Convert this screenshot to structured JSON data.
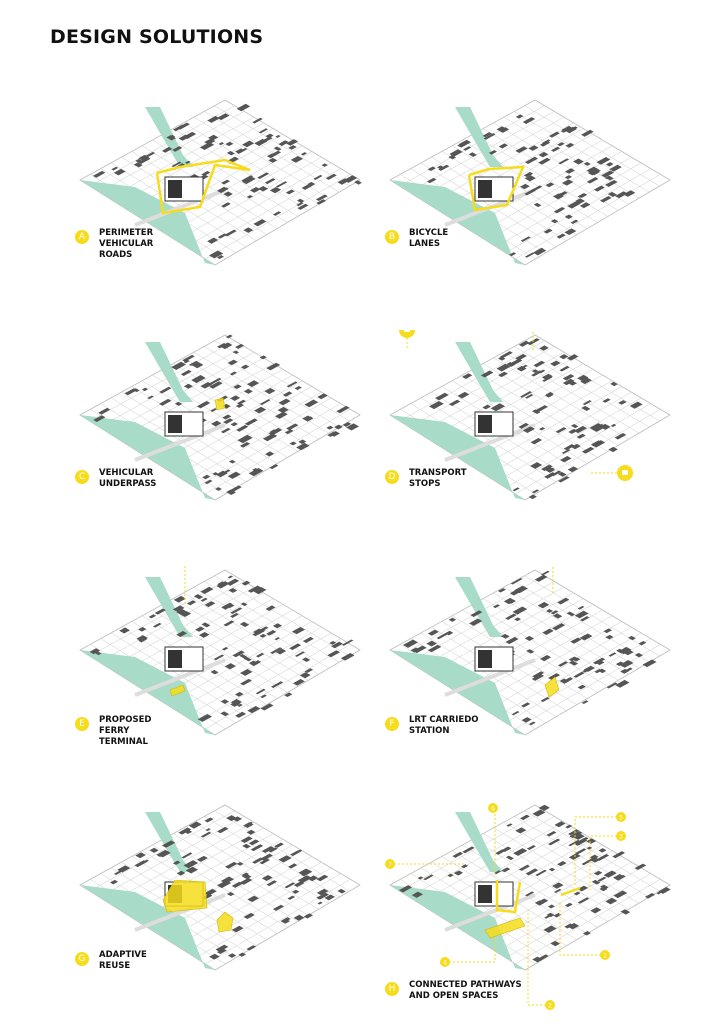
{
  "title": "DESIGN SOLUTIONS",
  "colors": {
    "accent": "#f6dc1a",
    "water": "#a8dcc8",
    "building": "#555555"
  },
  "panels": [
    {
      "letter": "A",
      "label": "PERIMETER\nVEHICULAR\nROADS"
    },
    {
      "letter": "B",
      "label": "BICYCLE\nLANES"
    },
    {
      "letter": "C",
      "label": "VEHICULAR\nUNDERPASS"
    },
    {
      "letter": "D",
      "label": "TRANSPORT\nSTOPS"
    },
    {
      "letter": "E",
      "label": "PROPOSED\nFERRY\nTERMINAL"
    },
    {
      "letter": "F",
      "label": "LRT CARRIEDO\nSTATION"
    },
    {
      "letter": "G",
      "label": "ADAPTIVE\nREUSE"
    },
    {
      "letter": "H",
      "label": "CONNECTED PATHWAYS\nAND OPEN SPACES"
    }
  ],
  "callouts_h": [
    "1",
    "2",
    "3",
    "4",
    "5",
    "6",
    "7"
  ]
}
